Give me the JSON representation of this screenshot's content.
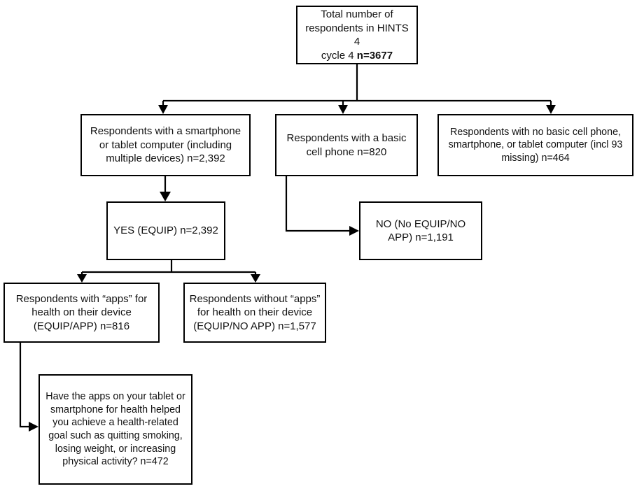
{
  "diagram": {
    "title": "HINTS 4 Cycle 4 respondent flow",
    "type": "flowchart",
    "stroke_color": "#000000",
    "background_color": "#ffffff",
    "nodes": [
      {
        "id": "total",
        "label_line1": "Total number of",
        "label_line2": "respondents in HINTS 4",
        "label_line3_prefix": "cycle 4 ",
        "label_line3_bold": "n=3677",
        "n": 3677
      },
      {
        "id": "smartphone-tablet",
        "label": "Respondents with a smartphone or tablet computer (including multiple devices) n=2,392",
        "n": 2392
      },
      {
        "id": "basic-cell-phone",
        "label": "Respondents with a basic cell phone n=820",
        "n": 820
      },
      {
        "id": "no-phone",
        "label": "Respondents with no basic cell phone, smartphone, or tablet computer (incl 93 missing) n=464",
        "n": 464
      },
      {
        "id": "yes-equip",
        "label": "YES (EQUIP) n=2,392",
        "n": 2392
      },
      {
        "id": "no-equip-no-app",
        "label": "NO (No EQUIP/NO APP) n=1,191",
        "n": 1191
      },
      {
        "id": "equip-app",
        "label": "Respondents with “apps” for health on their device (EQUIP/APP) n=816",
        "n": 816
      },
      {
        "id": "equip-no-app",
        "label": "Respondents without “apps” for health on their device (EQUIP/NO APP) n=1,577",
        "n": 1577
      },
      {
        "id": "goal-question",
        "label": "Have the apps on your tablet or smartphone for health helped you achieve a health-related goal such as quitting smoking, losing weight, or increasing physical activity? n=472",
        "n": 472
      }
    ],
    "edges": [
      {
        "from": "total",
        "to": "smartphone-tablet"
      },
      {
        "from": "total",
        "to": "basic-cell-phone"
      },
      {
        "from": "total",
        "to": "no-phone"
      },
      {
        "from": "smartphone-tablet",
        "to": "yes-equip"
      },
      {
        "from": "basic-cell-phone",
        "to": "no-equip-no-app"
      },
      {
        "from": "yes-equip",
        "to": "equip-app"
      },
      {
        "from": "yes-equip",
        "to": "equip-no-app"
      },
      {
        "from": "equip-app",
        "to": "goal-question"
      }
    ]
  }
}
